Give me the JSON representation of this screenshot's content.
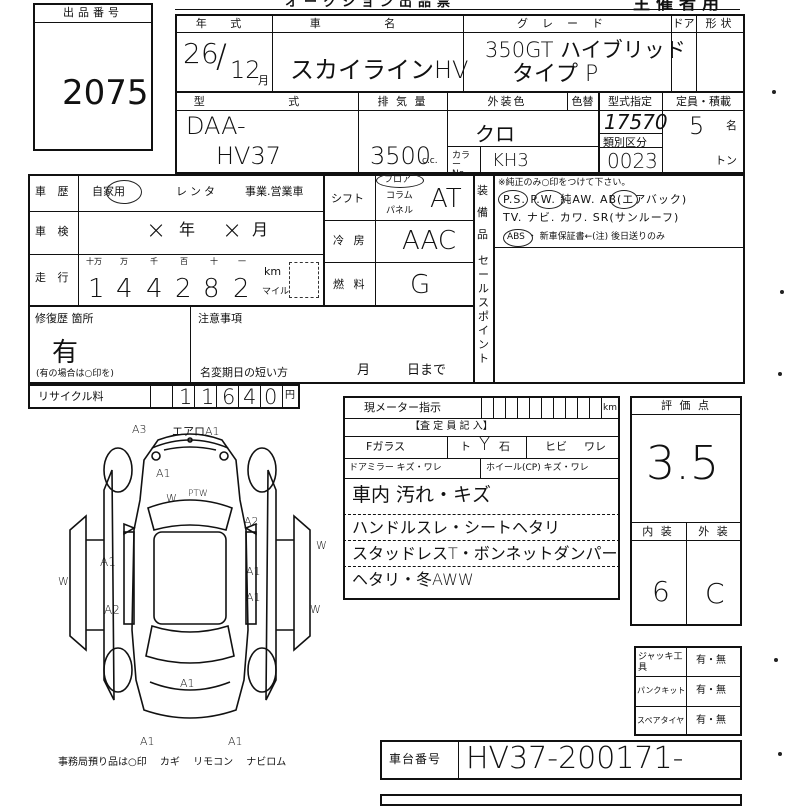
{
  "header": {
    "title": "オークション出品票",
    "owner_label": "主催者用"
  },
  "lot": {
    "label": "出品番号",
    "number": "2075"
  },
  "labels": {
    "year": "年 式",
    "car_name": "車 名",
    "grade": "グレード",
    "doors": "ドア",
    "shape": "形状",
    "model": "型 式",
    "displacement": "排 気 量",
    "cc": "c.c.",
    "exterior_color": "外装色",
    "color_code": "カラー No.",
    "color_swap": "色替",
    "type_designation": "型式指定",
    "category": "類別区分",
    "capacity": "定員・積載",
    "seats_unit": "名",
    "ton_unit": "トン",
    "history": "車 歴",
    "inspection": "車 検",
    "mileage": "走 行",
    "km_unit": "km",
    "mile_unit": "マイル",
    "shift": "シフト",
    "shift_opts": [
      "フロア",
      "コラム",
      "パネル"
    ],
    "ac": "冷 房",
    "fuel": "燃 料",
    "equipment": "装備品",
    "equipment_note": "※純正のみ○印をつけて下さい。",
    "equipment_line1": "P.S. P.W. 純AW. AB(エアバック)",
    "equipment_line2": "TV. ナビ. カワ. SR(サンルーフ)",
    "equipment_line3": "ABS ・ 新車保証書←(注) 後日送りのみ",
    "sales_point": "セールスポイント",
    "repair": "修復歴 箇所",
    "repair_note": "(有の場合は○印を)",
    "notes": "注意事項",
    "expiry": "名変期日の短い方",
    "month": "月",
    "day": "日まで",
    "recycle": "リサイクル料",
    "yen": "円",
    "meter": "現メーター指示",
    "inspector": "【査 定 員 記 入】",
    "glass": "Fガラス",
    "glass_opts": [
      "ト",
      "石",
      "ヒビ",
      "ワレ"
    ],
    "mirror": "ドアミラー キズ・ワレ",
    "wheel": "ホイール(CP) キズ・ワレ",
    "score": "評 価 点",
    "interior": "内 装",
    "exterior": "外 装",
    "jack": "ジャッキ工 具",
    "puncture": "パンクキット",
    "spare": "スペアタイヤ",
    "yes_no": "有・無",
    "office_items": "事務局預り品は○印 カギ リモコン ナビロム",
    "chassis": "車台番号"
  },
  "history_opts": [
    "自家用",
    "レンタ",
    "事業.営業車"
  ],
  "inspection_text": [
    "×",
    "年",
    "×",
    "月"
  ],
  "mileage_places": [
    "十万",
    "万",
    "千",
    "百",
    "十",
    "一"
  ],
  "handwritten": {
    "year": "26",
    "month": "12",
    "month_suffix": "月",
    "car_name": "スカイラインHV",
    "grade_line1": "350GT ハイブリッド",
    "grade_line2": "タイプ P",
    "model_line1": "DAA-",
    "model_line2": "HV37",
    "displacement": "3500",
    "color": "クロ",
    "color_code": "KH3",
    "type_designation": "17570",
    "category": "0023",
    "seats": "5",
    "mileage_digits": [
      "1",
      "4",
      "4",
      "2",
      "8",
      "2"
    ],
    "shift": "AT",
    "ac": "AAC",
    "fuel": "G",
    "repair": "有",
    "recycle_digits": [
      "1",
      "1",
      "6",
      "4",
      "0"
    ],
    "score": "3.5",
    "interior": "6",
    "exterior": "C",
    "remarks": [
      "車内 汚れ・キズ",
      "ハンドルスレ・シートヘタリ",
      "スタッドレスT・ボンネットダンパー",
      "ヘタリ・冬AWW"
    ],
    "chassis": "HV37-200171-"
  },
  "diagram_marks": [
    "A3",
    "エアロA1",
    "A1",
    "W",
    "PTW",
    "A2",
    "A1",
    "A1",
    "A1",
    "A2",
    "W",
    "W",
    "W",
    "A1",
    "A1",
    "A1"
  ]
}
